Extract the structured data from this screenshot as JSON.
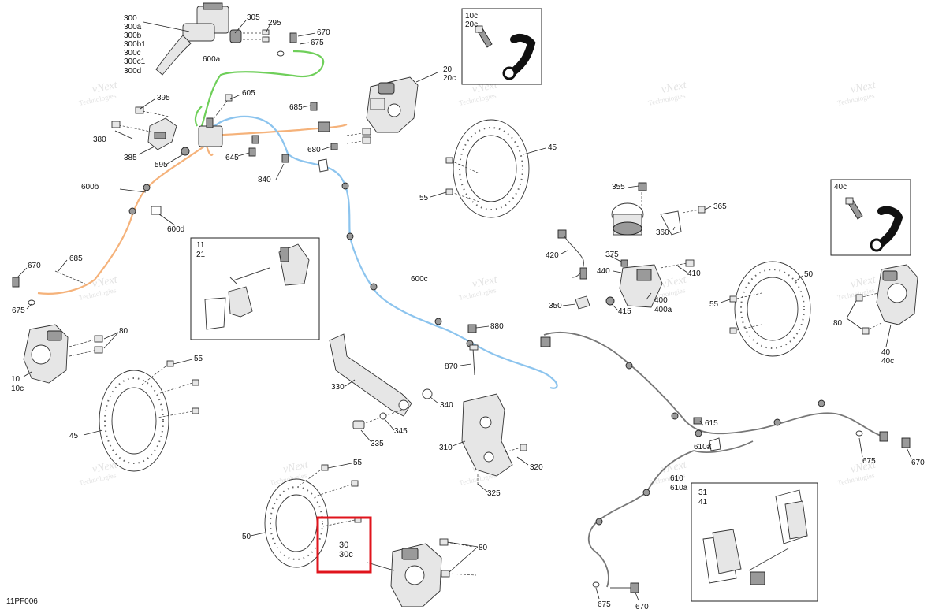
{
  "drawing_code": "11PF006",
  "watermark": {
    "line1": "vNext",
    "line2": "Technologies"
  },
  "highlight": {
    "color": "#e0141c",
    "labels": [
      "30",
      "30c"
    ]
  },
  "hose_colors": {
    "600a": "#6fcf5a",
    "600b": "#f5b27a",
    "600c": "#8cc4ee",
    "610": "#777777"
  },
  "callouts": {
    "c300": "300",
    "c300a": "300a",
    "c300b": "300b",
    "c300b1": "300b1",
    "c300c": "300c",
    "c300c1": "300c1",
    "c300d": "300d",
    "c305": "305",
    "c295": "295",
    "c670a": "670",
    "c675a": "675",
    "c600a": "600a",
    "c10c": "10c",
    "c20c_box": "20c",
    "c20": "20",
    "c20c": "20c",
    "c605": "605",
    "c685a": "685",
    "c395": "395",
    "c380": "380",
    "c385": "385",
    "c595": "595",
    "c645": "645",
    "c680": "680",
    "c840": "840",
    "c45a": "45",
    "c55a": "55",
    "c600b": "600b",
    "c600d": "600d",
    "c11": "11",
    "c21": "21",
    "c670b": "670",
    "c685b": "685",
    "c675b": "675",
    "c600c": "600c",
    "c355": "355",
    "c365": "365",
    "c360": "360",
    "c40c_box": "40c",
    "c420": "420",
    "c375": "375",
    "c440": "440",
    "c410": "410",
    "c350": "350",
    "c415": "415",
    "c400": "400",
    "c400a": "400a",
    "c50a": "50",
    "c55b": "55",
    "c80a": "80",
    "c40": "40",
    "c40c": "40c",
    "c80b": "80",
    "c10": "10",
    "c10c_cal": "10c",
    "c55c": "55",
    "c45b": "45",
    "c880": "880",
    "c870": "870",
    "c330": "330",
    "c340": "340",
    "c345": "345",
    "c335": "335",
    "c310": "310",
    "c320": "320",
    "c325": "325",
    "c615": "615",
    "c610a_a": "610a",
    "c610": "610",
    "c610a_b": "610a",
    "c675c": "675",
    "c670c": "670",
    "c31": "31",
    "c41": "41",
    "c55d": "55",
    "c50b": "50",
    "c30": "30",
    "c30c": "30c",
    "c80c": "80",
    "c675d": "675",
    "c670d": "670"
  }
}
